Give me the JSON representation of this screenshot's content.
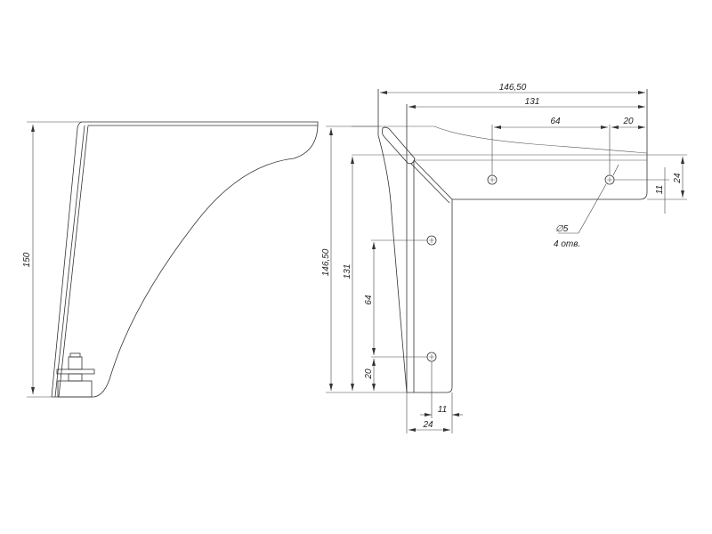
{
  "side_view": {
    "height_label": "150"
  },
  "front_view": {
    "overall_width_label": "146,50",
    "inner_width_label": "131",
    "hole_spacing_h_label": "64",
    "hole_edge_h_label": "20",
    "flange_width_label": "24",
    "hole_offset_label": "11",
    "overall_height_label": "146,50",
    "inner_height_label": "131",
    "hole_spacing_v_label": "64",
    "hole_edge_v_label": "20",
    "bottom_hole_offset_label": "11",
    "bottom_flange_width_label": "24",
    "hole_diameter_label": "∅5",
    "hole_count_label": "4 отв."
  }
}
